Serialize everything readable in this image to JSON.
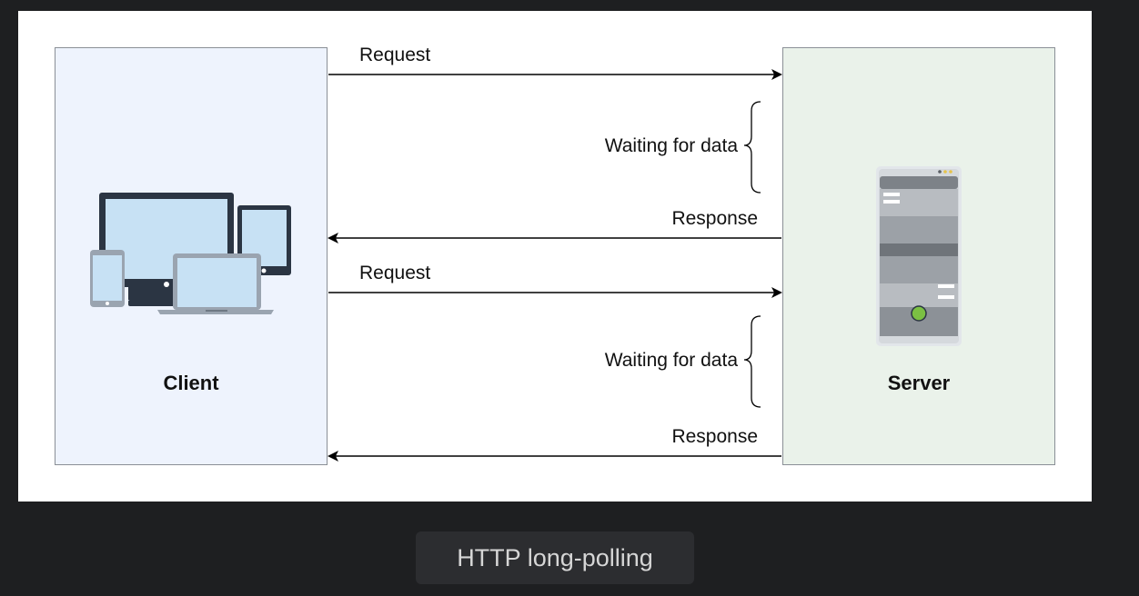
{
  "diagram": {
    "client": {
      "label": "Client"
    },
    "server": {
      "label": "Server"
    },
    "messages": [
      {
        "label": "Request",
        "direction": "client-to-server"
      },
      {
        "label": "Waiting for data",
        "kind": "wait"
      },
      {
        "label": "Response",
        "direction": "server-to-client"
      },
      {
        "label": "Request",
        "direction": "client-to-server"
      },
      {
        "label": "Waiting for data",
        "kind": "wait"
      },
      {
        "label": "Response",
        "direction": "server-to-client"
      }
    ],
    "colors": {
      "client_fill": "#eef3fd",
      "server_fill": "#eaf2ea",
      "border": "#8a8f96",
      "arrow": "#000000",
      "page_background": "#1e1f21",
      "panel_background": "#ffffff",
      "server_status_light": "#7bc043"
    },
    "icons": {
      "client": "devices-icon",
      "server": "server-tower-icon"
    }
  },
  "caption": {
    "text": "HTTP long-polling"
  }
}
